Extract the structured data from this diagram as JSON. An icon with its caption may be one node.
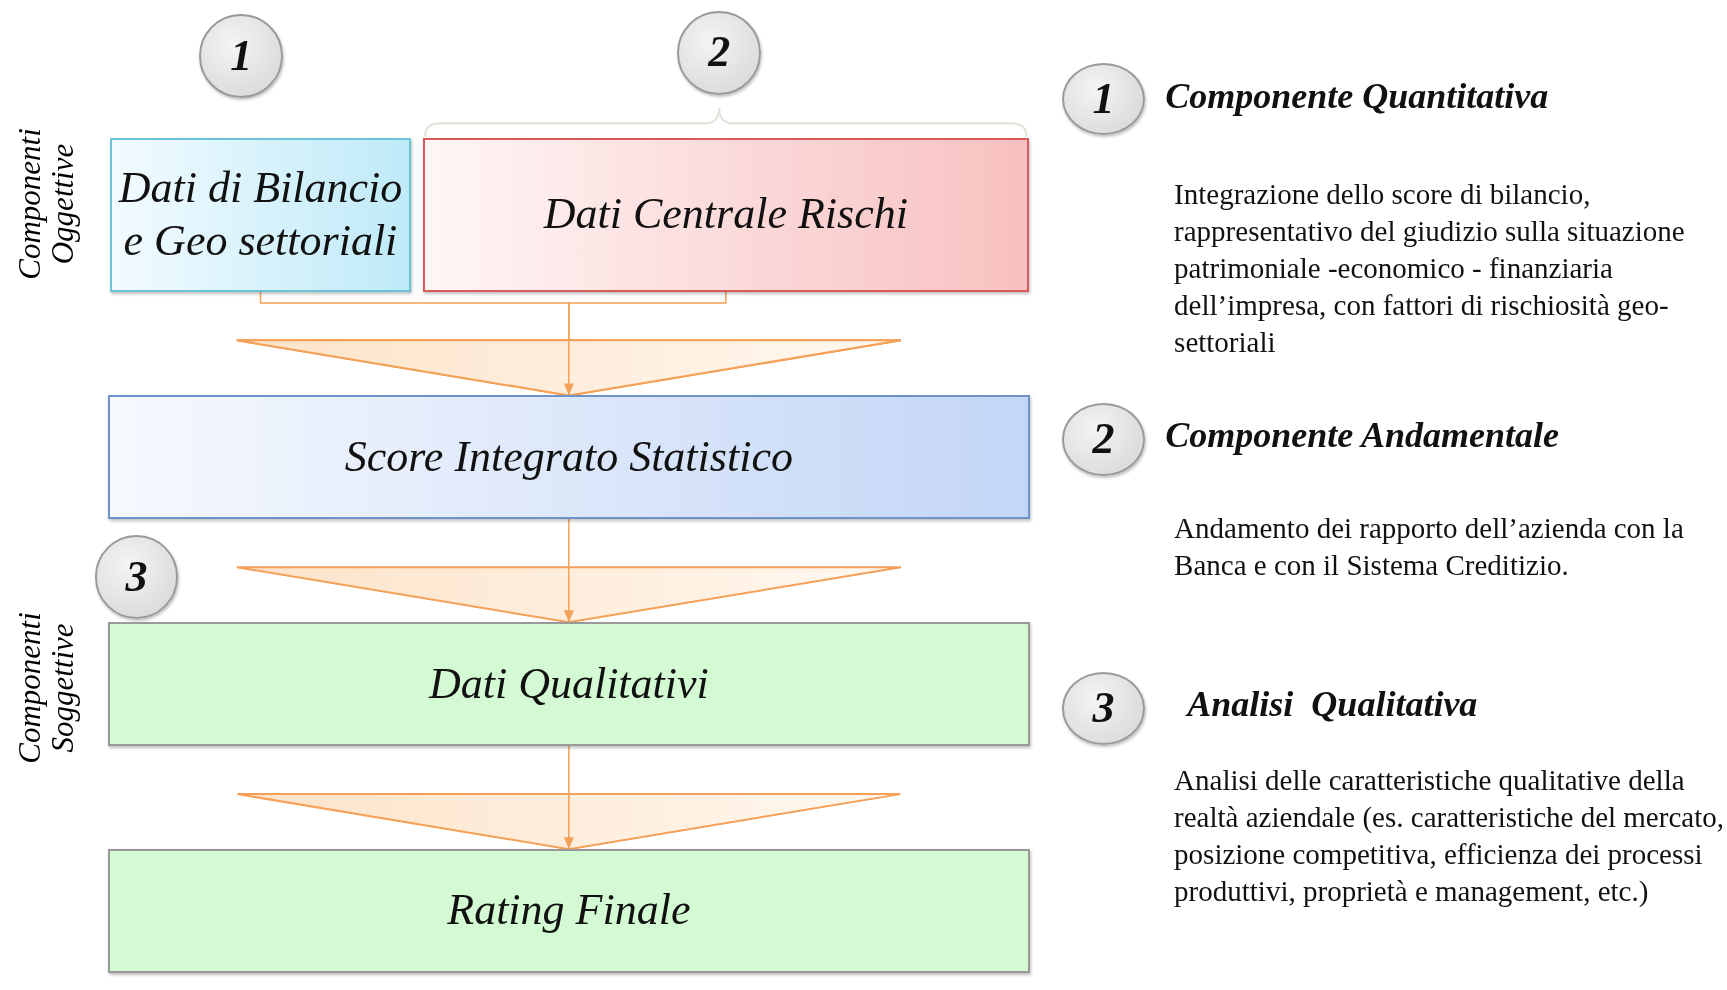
{
  "diagram": {
    "nodes": [
      {
        "text": [
          "1"
        ]
      },
      {
        "text": [
          "2"
        ]
      },
      {
        "text": [
          "Dati di Bilancio e Geo settoriali"
        ]
      },
      {
        "text": [
          "Dati Centrale Rischi"
        ]
      },
      {
        "text": [
          "Score Integrato Statistico"
        ]
      },
      {
        "text": [
          "3"
        ]
      },
      {
        "text": [
          "Dati Qualitativi"
        ]
      },
      {
        "text": [
          "Rating Finale"
        ]
      },
      {
        "text": [
          "1"
        ],
        "beside": [
          "Componente Quantitativa",
          "Integrazione dello score di bilancio, rappresentativo del giudizio sulla situazione patrimoniale -economico - finanziaria dell’impresa, con fattori di rischiosità geo-settoriali"
        ]
      },
      {
        "text": [
          "2"
        ],
        "beside": [
          "Componente Andamentale",
          "Andamento dei rapporto dell’azienda con la Banca e con il Sistema Creditizio."
        ]
      },
      {
        "text": [
          "3"
        ],
        "beside": [
          "Analisi  Qualitativa",
          "Analisi delle caratteristiche  qualitative della realtà aziendale (es. caratteristiche del mercato, posizione competitiva, efficienza dei processi produttivi, proprietà e management, etc.)"
        ]
      }
    ],
    "edges": [
      {
        "from": 2,
        "to": 4,
        "arrow": "to"
      },
      {
        "from": 3,
        "to": 4,
        "arrow": "to"
      },
      {
        "from": 4,
        "to": 6,
        "arrow": "to"
      },
      {
        "from": 6,
        "to": 7,
        "arrow": "to"
      }
    ],
    "labels": [
      "Componenti Oggettive",
      "Componenti Soggettive"
    ]
  }
}
